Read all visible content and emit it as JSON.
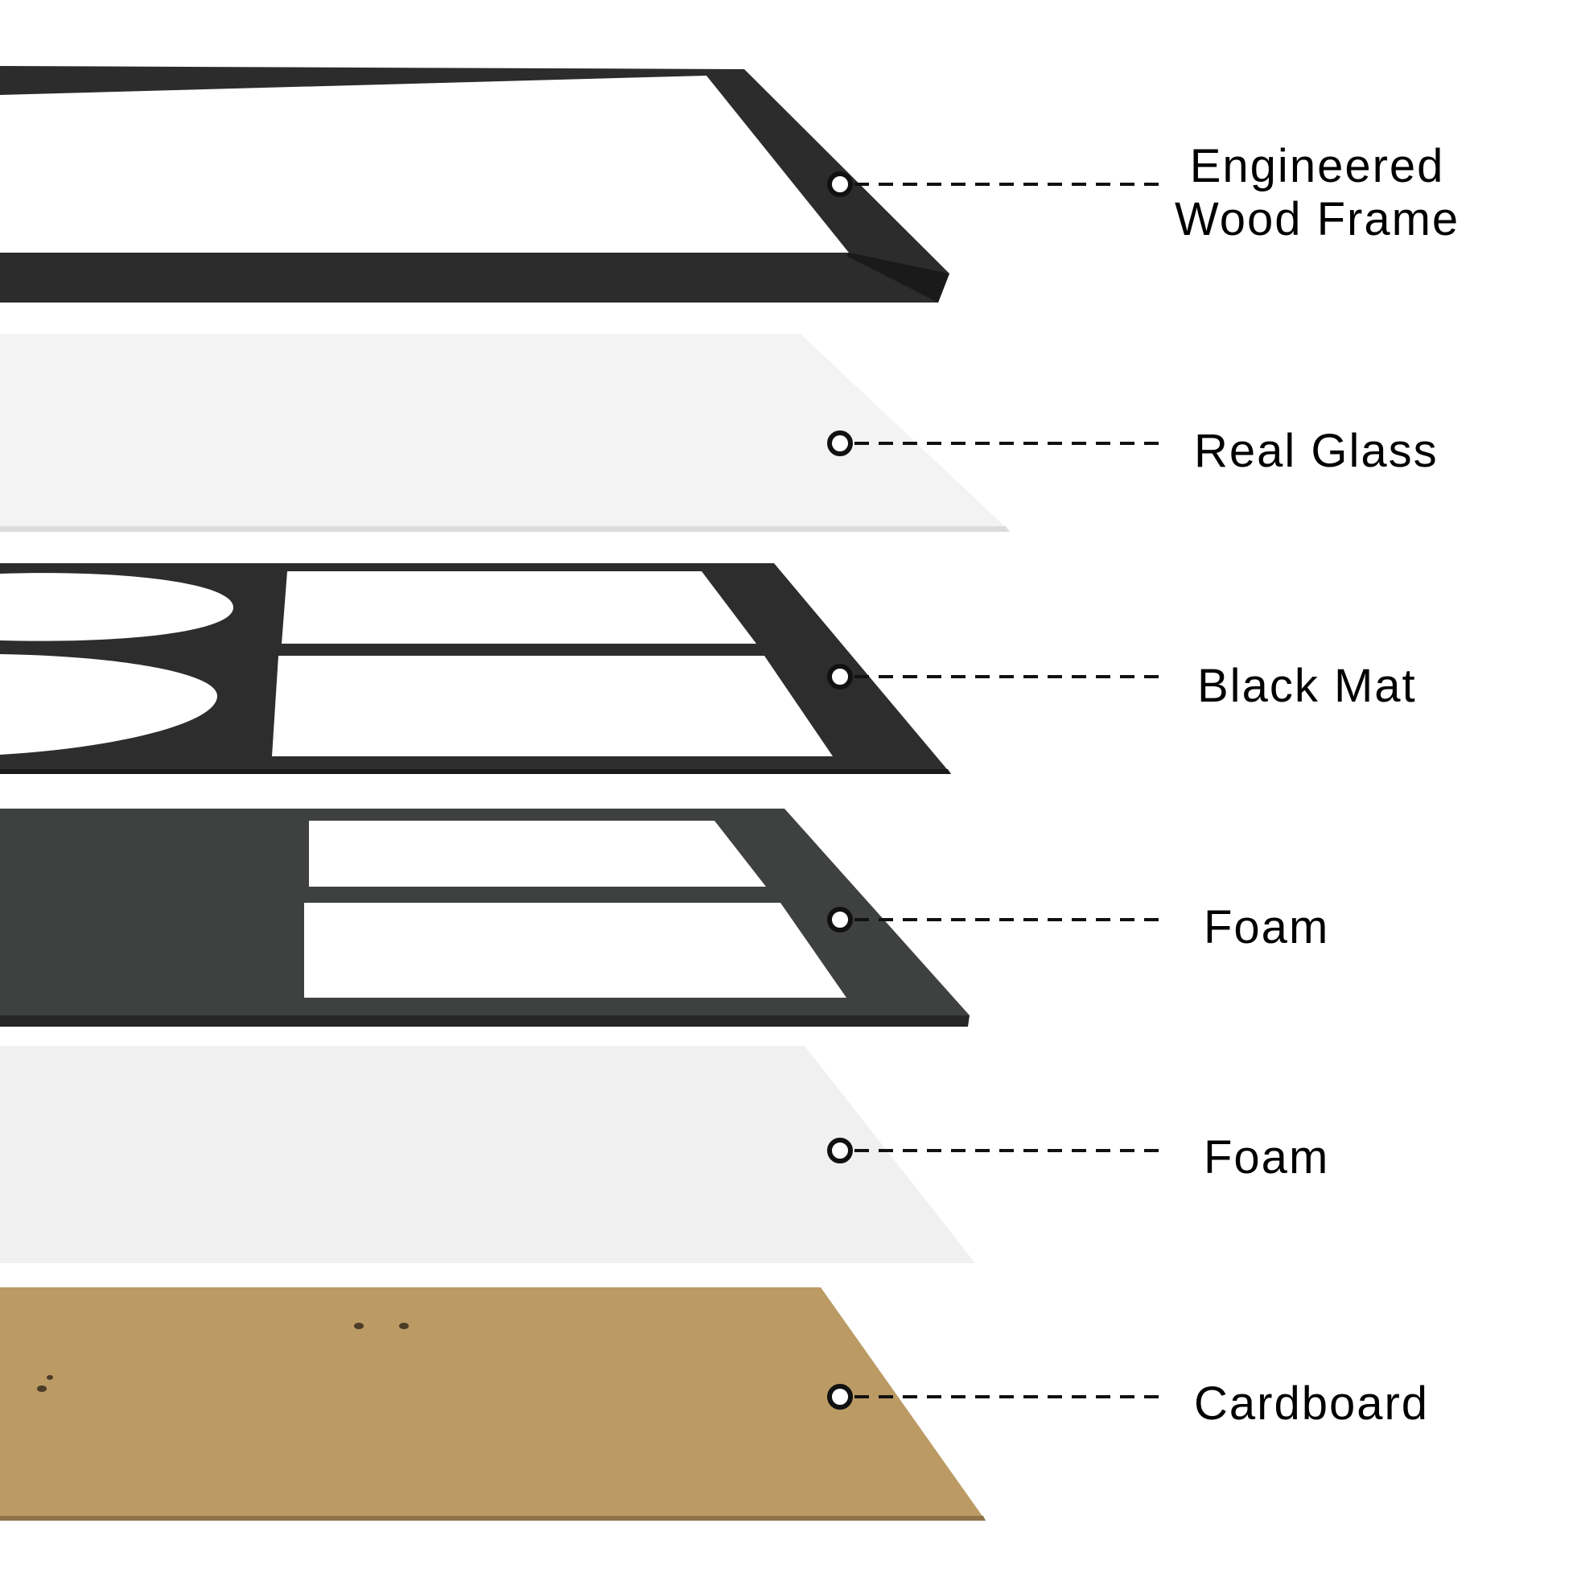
{
  "layers": [
    {
      "id": "frame",
      "label_lines": [
        "Engineered",
        "Wood Frame"
      ]
    },
    {
      "id": "glass",
      "label_lines": [
        "Real Glass"
      ]
    },
    {
      "id": "mat",
      "label_lines": [
        "Black Mat"
      ]
    },
    {
      "id": "foam-dark",
      "label_lines": [
        "Foam"
      ]
    },
    {
      "id": "foam-white",
      "label_lines": [
        "Foam"
      ]
    },
    {
      "id": "cardboard",
      "label_lines": [
        "Cardboard"
      ]
    }
  ],
  "colors": {
    "frame": "#2c2c2c",
    "mat": "#2d2d2d",
    "foam_dark": "#3f4040",
    "glass": "#f3f3f3",
    "foam_white": "#f0f0f0",
    "cardboard": "#bb9a64",
    "leader": "#111111"
  }
}
